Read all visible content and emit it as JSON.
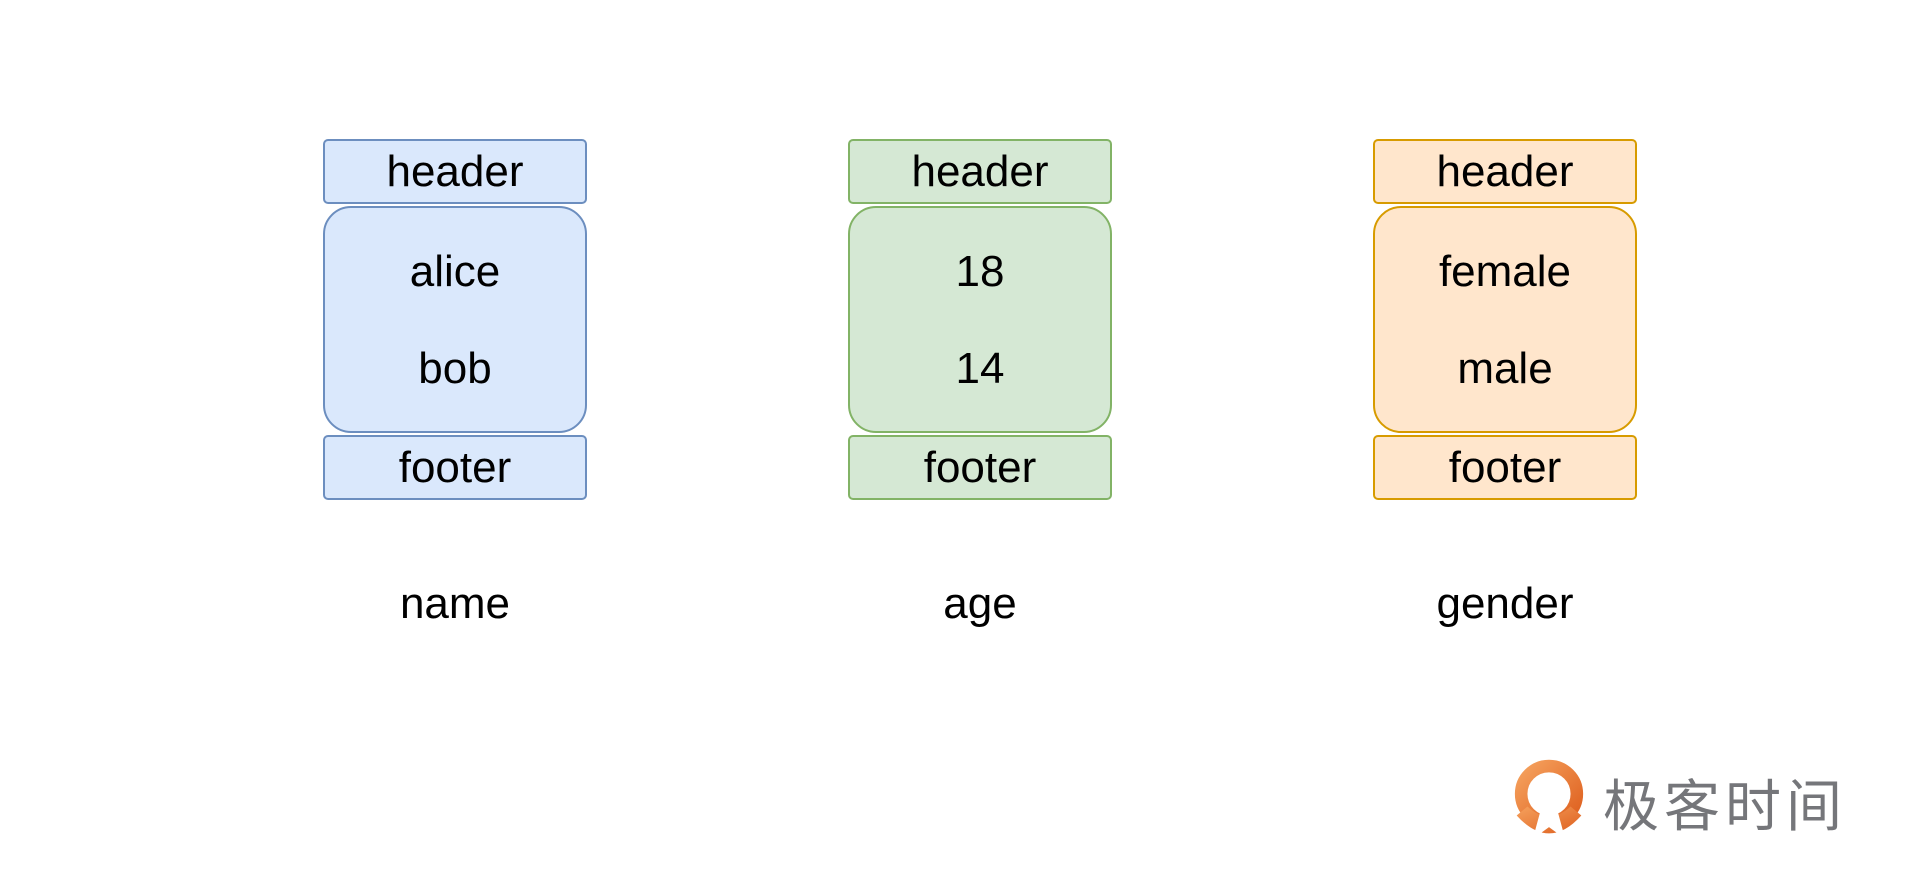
{
  "canvas": {
    "background": "#ffffff"
  },
  "diagram": {
    "description": "columnar-storage-diagram",
    "columns": [
      {
        "label": "name",
        "header": "header",
        "footer": "footer",
        "values": [
          "alice",
          "bob"
        ],
        "fill": "#dae8fc",
        "stroke": "#6c8ebf"
      },
      {
        "label": "age",
        "header": "header",
        "footer": "footer",
        "values": [
          "18",
          "14"
        ],
        "fill": "#d5e8d4",
        "stroke": "#82b366"
      },
      {
        "label": "gender",
        "header": "header",
        "footer": "footer",
        "values": [
          "female",
          "male"
        ],
        "fill": "#ffe6cc",
        "stroke": "#d79b00"
      }
    ]
  },
  "logo": {
    "text": "极客时间",
    "text_color": "#75767a",
    "icon_gradient_start": "#f5a15d",
    "icon_gradient_end": "#de5f1e"
  }
}
